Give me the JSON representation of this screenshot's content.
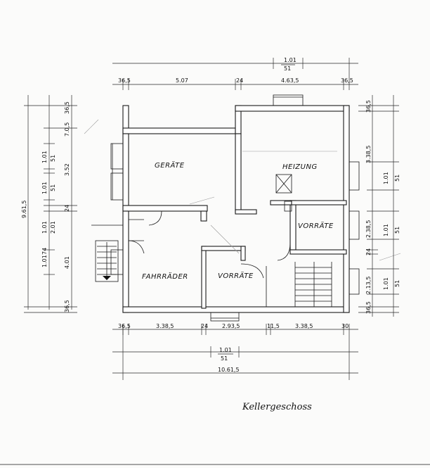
{
  "title": "Kellergeschoss",
  "rooms": {
    "geraete": "GERÄTE",
    "heizung": "HEIZUNG",
    "vorraete_right": "VORRÄTE",
    "fahrraeder": "FAHRRÄDER",
    "vorraete_mid": "VORRÄTE"
  },
  "dims_top": {
    "opening": "1.01",
    "opening_sub": "51",
    "outer_left": "36,5",
    "span_left": "5.07",
    "wall_mid": "24",
    "span_right": "4.63,5",
    "outer_right": "36,5"
  },
  "dims_bottom": {
    "outer_left": "36,5",
    "span_a": "3.38,5",
    "wall_a": "24",
    "span_b": "2.93,5",
    "wall_b": "11,5",
    "span_c": "3.38,5",
    "outer_right": "30",
    "opening": "1.01",
    "opening_sub": "51",
    "total": "10.61,5"
  },
  "dims_left": {
    "total": "9.61,5",
    "outer_top": "36,5",
    "wall_top": "7.0,5",
    "opening_1": "1.01",
    "opening_1_sub": "51",
    "span_1": "3.52",
    "opening_2": "1.01",
    "opening_2_sub": "51",
    "wall_mid": "24",
    "opening_3": "1.01",
    "span_2": "2.01",
    "step": "74",
    "opening_4": "1.01",
    "span_3": "4.01",
    "outer_bottom": "36,5"
  },
  "dims_right": {
    "outer_top": "36,5",
    "span_1": "3.38,5",
    "opening_1": "1.01",
    "opening_1_sub": "51",
    "span_2": "2.38,5",
    "opening_2": "1.01",
    "opening_2_sub": "51",
    "wall": "24",
    "span_3": "2.13,5",
    "opening_3": "1.01",
    "opening_3_sub": "51",
    "outer_bottom": "36,5"
  }
}
